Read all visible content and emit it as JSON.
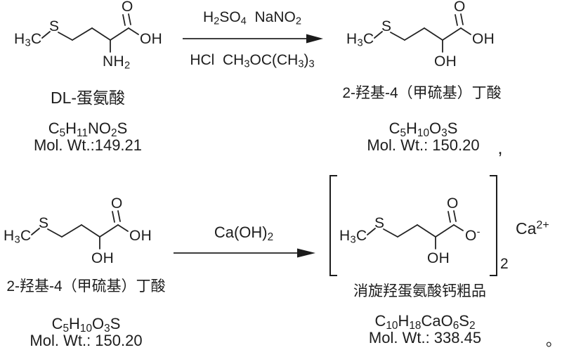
{
  "page": {
    "background": "#ffffff",
    "ink": "#1d1d1d"
  },
  "reaction1": {
    "reactant": {
      "atoms": {
        "methyl": "H3C",
        "sulfur": "S",
        "carbonyl_oxygen": "O",
        "acid_oh": "OH",
        "amino": "NH2"
      },
      "name": "DL-蛋氨酸",
      "formula": "C5H11NO2S",
      "mol_wt": "Mol. Wt.:149.21"
    },
    "conditions_above": "H2SO4  NaNO2",
    "conditions_below": "HCl  CH3OC(CH3)3",
    "product": {
      "atoms": {
        "methyl": "H3C",
        "sulfur": "S",
        "carbonyl_oxygen": "O",
        "acid_oh": "OH",
        "alpha_oh": "OH"
      },
      "name": "2-羟基-4（甲硫基）丁酸",
      "formula": "C5H10O3S",
      "mol_wt": "Mol. Wt.: 150.20"
    },
    "trailing_comma": ","
  },
  "reaction2": {
    "reactant": {
      "atoms": {
        "methyl": "H3C",
        "sulfur": "S",
        "carbonyl_oxygen": "O",
        "acid_oh": "OH",
        "alpha_oh": "OH"
      },
      "name": "2-羟基-4（甲硫基）丁酸",
      "formula": "C5H10O3S",
      "mol_wt": "Mol. Wt.: 150.20"
    },
    "conditions_above": "Ca(OH)2",
    "product": {
      "atoms": {
        "methyl": "H3C",
        "sulfur": "S",
        "carbonyl_oxygen": "O",
        "carboxylate_o": "O-",
        "alpha_oh": "OH"
      },
      "bracket_count": "2",
      "counter_ion": "Ca2+",
      "name": "消旋羟蛋氨酸钙粗品",
      "formula": "C10H18CaO6S2",
      "mol_wt": "Mol. Wt.: 338.45"
    },
    "trailing_period": "。"
  }
}
